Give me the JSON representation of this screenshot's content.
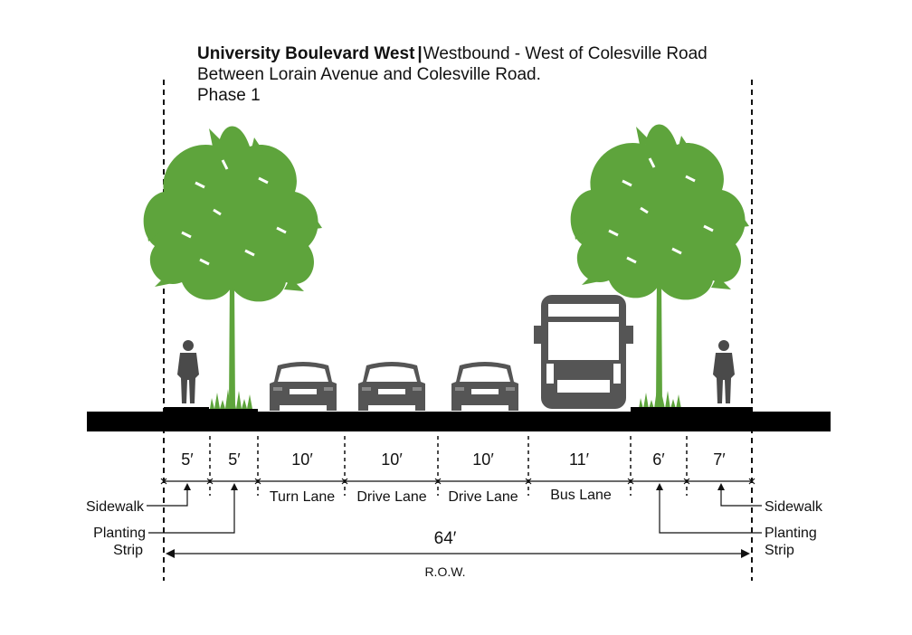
{
  "title": {
    "bold": "University Boulevard West",
    "separator": "|",
    "rest": "Westbound - West of Colesville Road",
    "line2": "Between Lorain Avenue and Colesville Road.",
    "line3": "Phase 1"
  },
  "colors": {
    "tree": "#5ea43c",
    "grass": "#5ea43c",
    "road": "#000000",
    "vehicle": "#555555",
    "pedestrian": "#4a4a4a",
    "line": "#111111"
  },
  "segments": [
    {
      "width": "5′",
      "label": ""
    },
    {
      "width": "5′",
      "label": ""
    },
    {
      "width": "10′",
      "label": "Turn Lane"
    },
    {
      "width": "10′",
      "label": "Drive Lane"
    },
    {
      "width": "10′",
      "label": "Drive Lane"
    },
    {
      "width": "11′",
      "label": "Bus Lane"
    },
    {
      "width": "6′",
      "label": ""
    },
    {
      "width": "7′",
      "label": ""
    }
  ],
  "callouts": {
    "left_sidewalk": "Sidewalk",
    "left_planting_1": "Planting",
    "left_planting_2": "Strip",
    "right_sidewalk": "Sidewalk",
    "right_planting_1": "Planting",
    "right_planting_2": "Strip"
  },
  "total": {
    "width": "64′",
    "label": "R.O.W."
  },
  "icons": [
    "pedestrian-icon",
    "tree-icon",
    "car-icon",
    "bus-icon",
    "grass-icon"
  ]
}
